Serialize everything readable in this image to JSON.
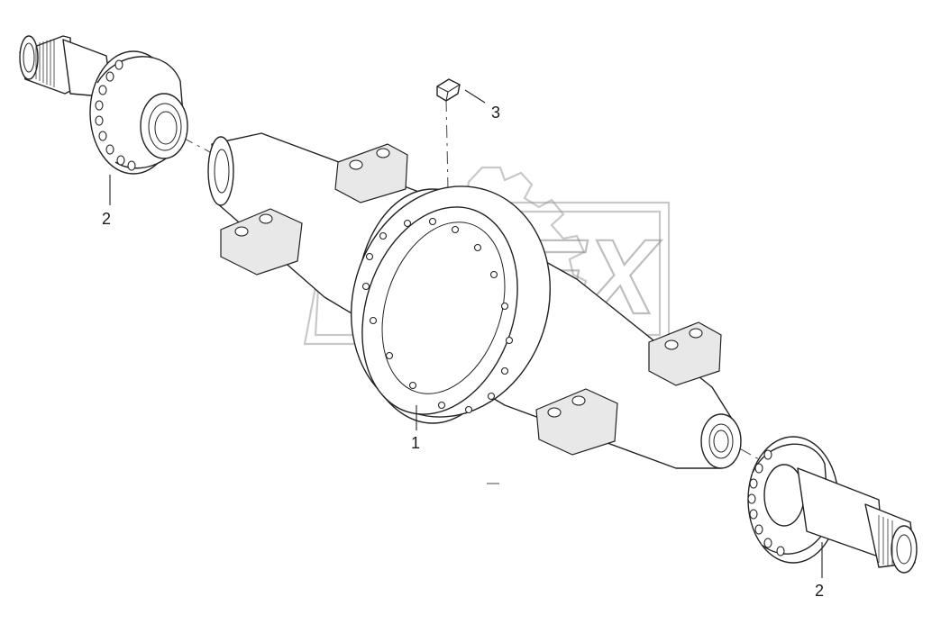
{
  "diagram": {
    "callouts": [
      {
        "id": "housing",
        "text": "1"
      },
      {
        "id": "shaft-left",
        "text": "2"
      },
      {
        "id": "shaft-right",
        "text": "2"
      },
      {
        "id": "plug",
        "text": "3"
      }
    ],
    "watermark": {
      "text": "OPEX",
      "color": "#8a8a8a"
    },
    "line_color": "#222222",
    "background": "#ffffff"
  }
}
